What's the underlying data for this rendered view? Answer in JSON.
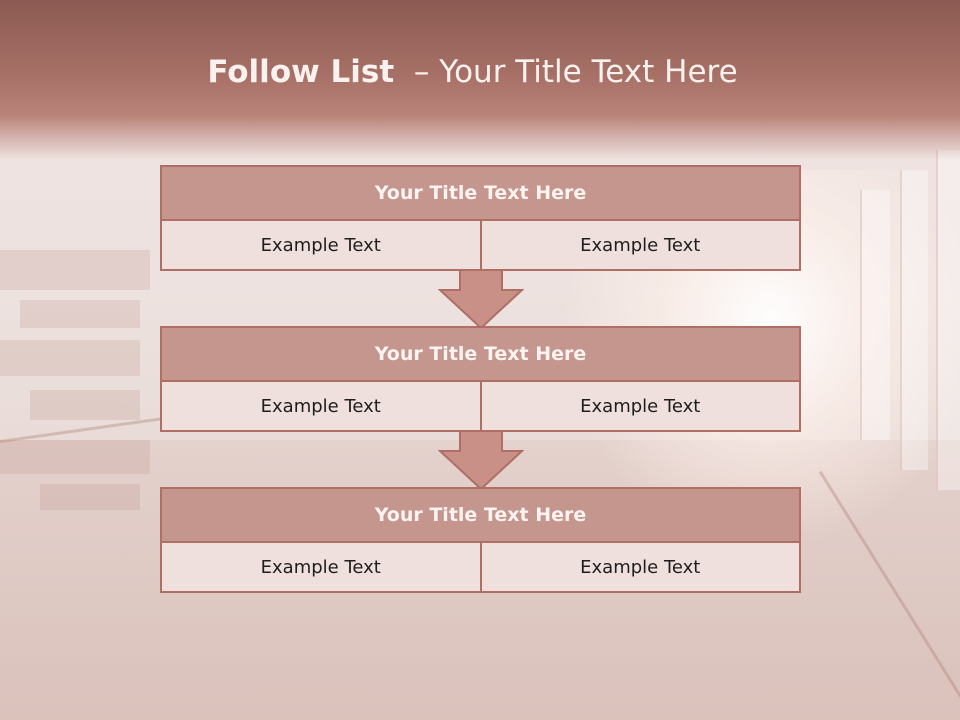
{
  "slide": {
    "title_bold": "Follow List",
    "title_rest": "  – Your Title Text Here"
  },
  "blocks": [
    {
      "title": "Your Title Text Here",
      "left": "Example Text",
      "right": "Example Text"
    },
    {
      "title": "Your Title Text Here",
      "left": "Example Text",
      "right": "Example Text"
    },
    {
      "title": "Your Title Text Here",
      "left": "Example Text",
      "right": "Example Text"
    }
  ],
  "arrows": [
    {
      "icon": "down-arrow-icon"
    },
    {
      "icon": "down-arrow-icon"
    }
  ],
  "colors": {
    "header": "#a56f65",
    "block_header": "#c4968e",
    "block_border": "#b06f65",
    "cell_bg": "#efe0de",
    "arrow_fill": "#c99088"
  }
}
